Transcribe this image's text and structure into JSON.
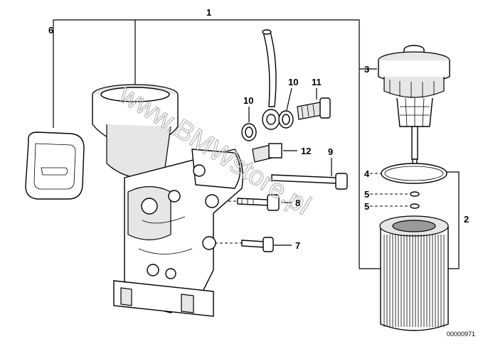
{
  "callouts": {
    "c1": "1",
    "c2": "2",
    "c3": "3",
    "c4": "4",
    "c5a": "5",
    "c5b": "5",
    "c6": "6",
    "c7": "7",
    "c8": "8",
    "c9": "9",
    "c10a": "10",
    "c10b": "10",
    "c11": "11",
    "c12": "12"
  },
  "watermark": "www.BMWstore.pl",
  "diagram_number": "00000971"
}
